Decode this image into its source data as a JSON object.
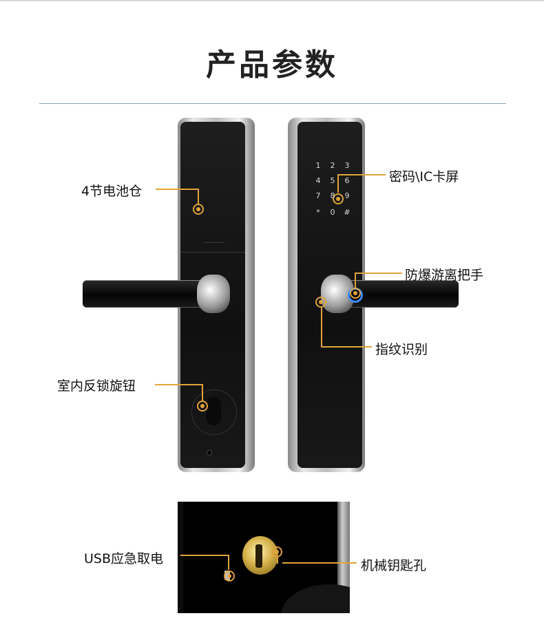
{
  "title": "产品参数",
  "labels": {
    "battery": "4节电池仓",
    "password_ic": "密码\\IC卡屏",
    "handle": "防爆游离把手",
    "fingerprint": "指纹识别",
    "indoor_knob": "室内反锁旋钮",
    "usb": "USB应急取电",
    "mech_key": "机械钥匙孔"
  },
  "keypad": [
    "1",
    "2",
    "3",
    "4",
    "5",
    "6",
    "7",
    "8",
    "9",
    "*",
    "0",
    "#"
  ],
  "colors": {
    "accent": "#e2a33a",
    "fingerprint_ring": "#3d8cff",
    "divider": "#8aa0b0"
  }
}
